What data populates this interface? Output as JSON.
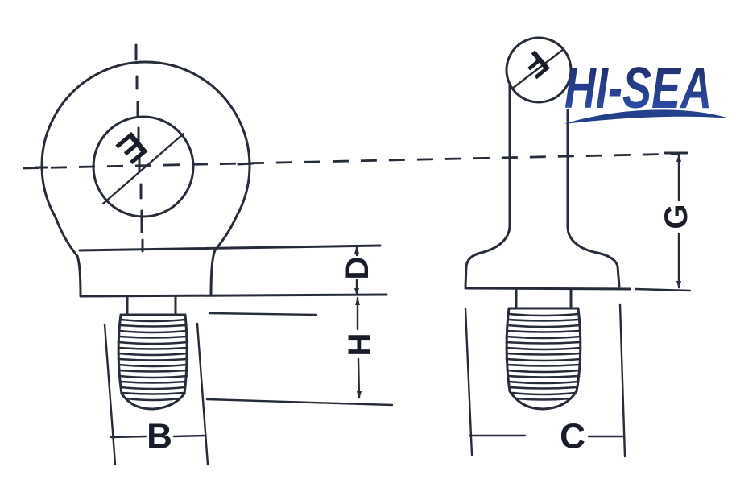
{
  "drawing": {
    "dimension_labels": {
      "e": "E",
      "d": "D",
      "h": "H",
      "b": "B",
      "f": "F",
      "g": "G",
      "c": "C"
    },
    "logo": {
      "text": "HI-SEA"
    },
    "colors": {
      "line": "#262c3a",
      "label": "#181d29",
      "logo_top": "#1e2963",
      "logo_bottom": "#2e54b4",
      "logo_swoosh": "#24408a",
      "background": "#ffffff"
    }
  }
}
